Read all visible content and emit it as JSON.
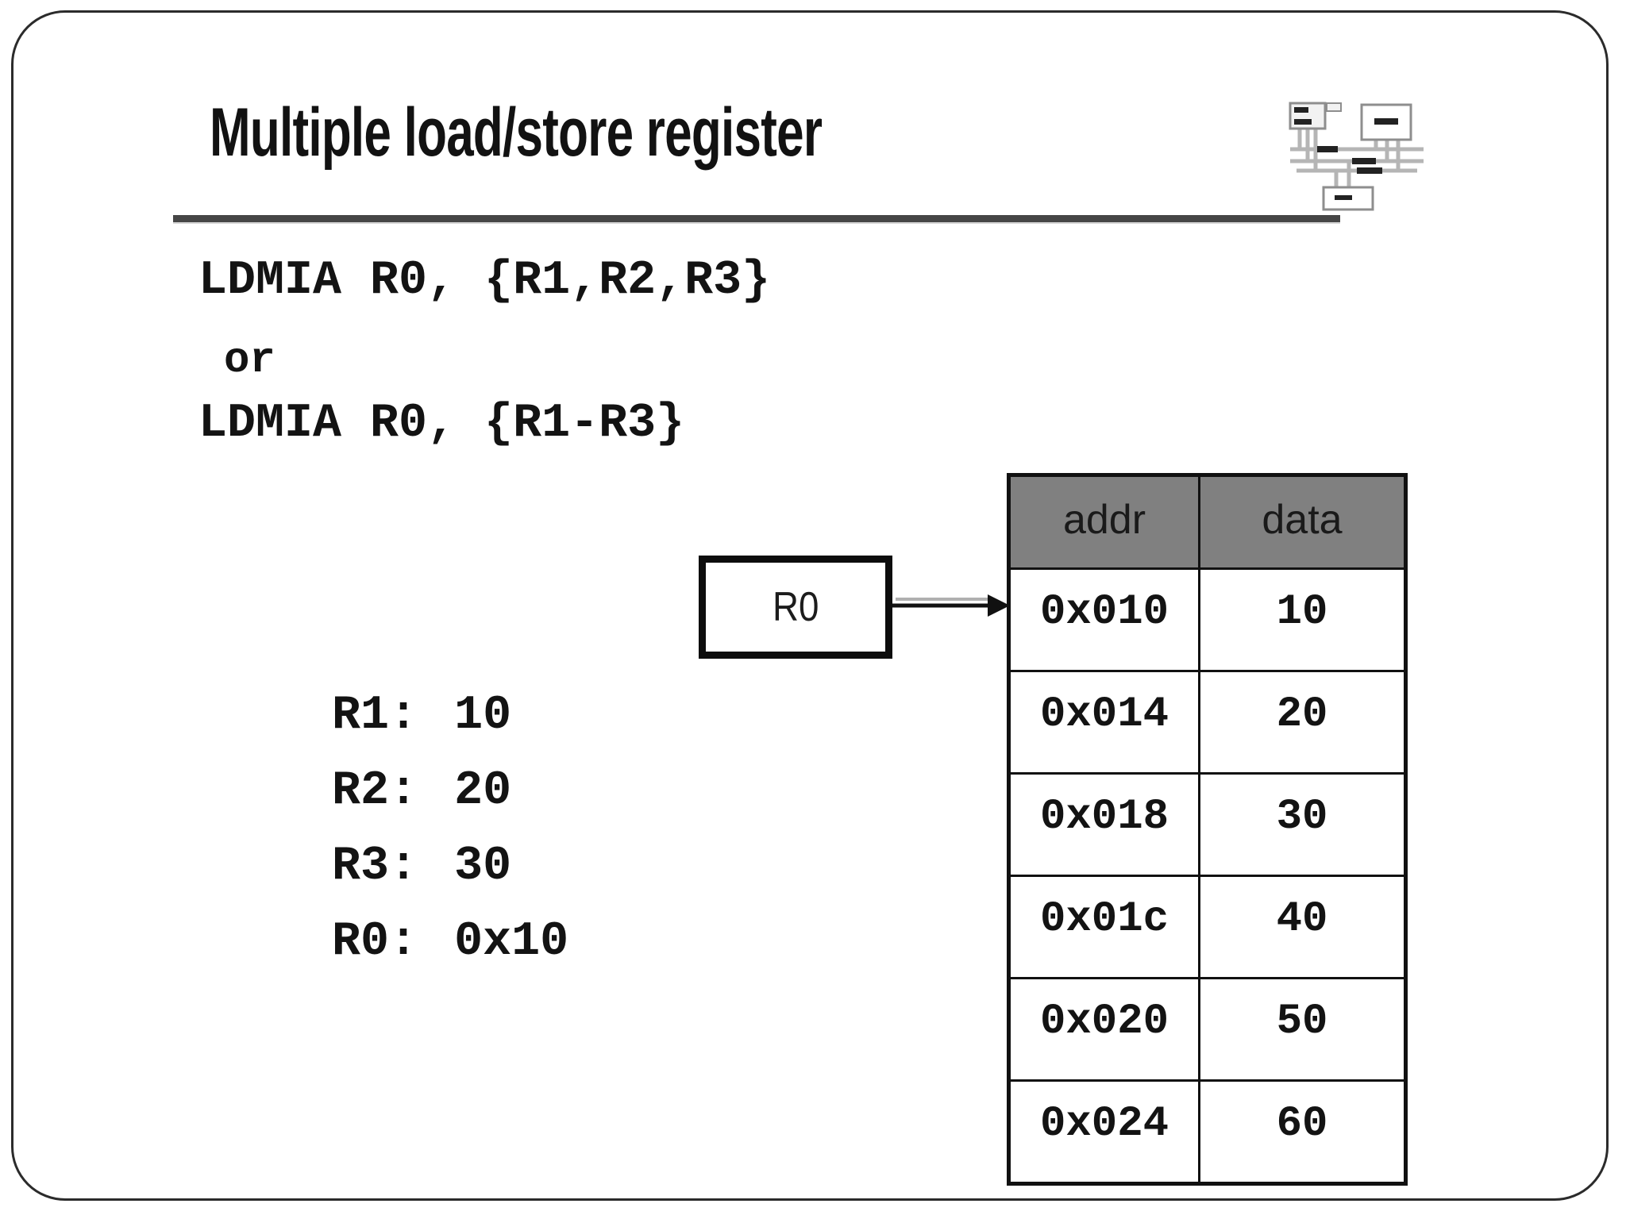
{
  "slide": {
    "title": "Multiple load/store register",
    "code": {
      "line1": "LDMIA R0, {R1,R2,R3}",
      "or_label": "or",
      "line2": "LDMIA R0, {R1-R3}"
    },
    "registers": [
      {
        "label": "R1:",
        "value": "10"
      },
      {
        "label": "R2:",
        "value": "20"
      },
      {
        "label": "R3:",
        "value": "30"
      },
      {
        "label": "R0:",
        "value": "0x10"
      }
    ],
    "pointer_box": {
      "label": "R0"
    },
    "memory_table": {
      "headers": {
        "addr": "addr",
        "data": "data"
      },
      "rows": [
        {
          "addr": "0x010",
          "data": "10"
        },
        {
          "addr": "0x014",
          "data": "20"
        },
        {
          "addr": "0x018",
          "data": "30"
        },
        {
          "addr": "0x01c",
          "data": "40"
        },
        {
          "addr": "0x020",
          "data": "50"
        },
        {
          "addr": "0x024",
          "data": "60"
        }
      ]
    },
    "icons": {
      "corner_icon": "bus-block-diagram-icon"
    },
    "colors": {
      "table_header_bg": "#808080",
      "title_rule": "#464646",
      "text": "#131313",
      "box_border": "#0d0d0d"
    }
  }
}
